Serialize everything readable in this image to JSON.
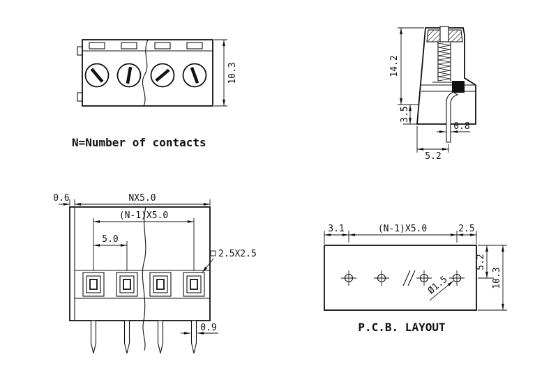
{
  "page": {
    "background": "#ffffff",
    "ink": "#111111"
  },
  "top_view": {
    "depth_dim": "10.3",
    "note": "N=Number of contacts"
  },
  "side_view": {
    "height_dim": "14.2",
    "base_dim": "3.5",
    "pin_thickness_dim": "0.8",
    "pin_position_dim": "5.2"
  },
  "front_view": {
    "flange_dim": "0.6",
    "overall_width_dim": "NX5.0",
    "contact_span_dim": "(N-1)X5.0",
    "pitch_dim": "5.0",
    "opening_dim": "2.5X2.5",
    "pin_width_dim": "0.9"
  },
  "pcb_layout": {
    "left_margin_dim": "3.1",
    "hole_span_dim": "(N-1)X5.0",
    "right_margin_dim": "2.5",
    "hole_offset_dim": "5.2",
    "depth_dim": "10.3",
    "hole_diameter_dim": "Ø1.5",
    "caption": "P.C.B. LAYOUT"
  }
}
